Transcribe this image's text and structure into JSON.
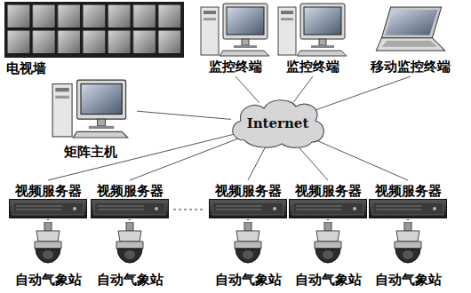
{
  "diagram": {
    "nodes": [
      {
        "text": [
          "电视墙"
        ]
      },
      {
        "text": [
          "监控终端"
        ]
      },
      {
        "text": [
          "监控终端"
        ]
      },
      {
        "text": [
          "移动监控终端"
        ]
      },
      {
        "text": [
          "矩阵主机"
        ]
      },
      {
        "text": [
          "Internet"
        ]
      },
      {
        "text": [
          "视频服务器"
        ]
      },
      {
        "text": [
          "视频服务器"
        ]
      },
      {
        "text": [
          "视频服务器"
        ]
      },
      {
        "text": [
          "视频服务器"
        ]
      },
      {
        "text": [
          "视频服务器"
        ]
      },
      {
        "text": [
          "自动气象站"
        ]
      },
      {
        "text": [
          "自动气象站"
        ]
      },
      {
        "text": [
          "自动气象站"
        ]
      },
      {
        "text": [
          "自动气象站"
        ]
      },
      {
        "text": [
          "自动气象站"
        ]
      }
    ],
    "edges": [
      {
        "from": 5,
        "to": 1,
        "arrow": "none"
      },
      {
        "from": 5,
        "to": 2,
        "arrow": "none"
      },
      {
        "from": 5,
        "to": 3,
        "arrow": "none"
      },
      {
        "from": 5,
        "to": 4,
        "arrow": "none"
      },
      {
        "from": 5,
        "to": 6,
        "arrow": "none"
      },
      {
        "from": 5,
        "to": 7,
        "arrow": "none"
      },
      {
        "from": 5,
        "to": 8,
        "arrow": "none"
      },
      {
        "from": 5,
        "to": 9,
        "arrow": "none"
      },
      {
        "from": 5,
        "to": 10,
        "arrow": "none"
      },
      {
        "from": 6,
        "to": 11,
        "arrow": "none"
      },
      {
        "from": 7,
        "to": 12,
        "arrow": "none"
      },
      {
        "from": 8,
        "to": 13,
        "arrow": "none"
      },
      {
        "from": 9,
        "to": 14,
        "arrow": "none"
      },
      {
        "from": 10,
        "to": 15,
        "arrow": "none"
      }
    ]
  }
}
